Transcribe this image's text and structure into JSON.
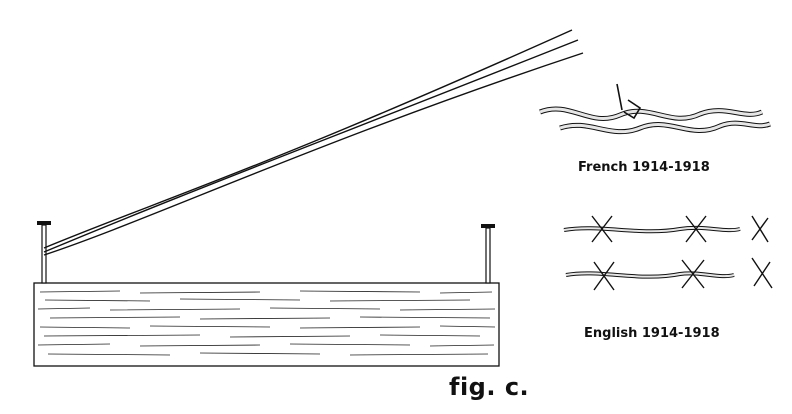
{
  "labels": {
    "french": "French 1914-1918",
    "english": "English 1914-1918",
    "figure": "fig. c."
  },
  "colors": {
    "ink": "#111111",
    "wire_fill": "#e6e6e6",
    "paper": "#ffffff"
  }
}
